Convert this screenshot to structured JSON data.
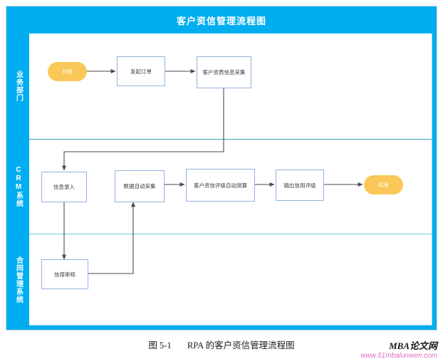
{
  "figure": {
    "title": "客户资信管理流程图",
    "title_bar_color": "#00AEEF",
    "node_border_color": "#93b3e0",
    "terminator_color": "#FAC858",
    "connector_color": "#4a4a4a"
  },
  "lanes": [
    {
      "label": "业务部门"
    },
    {
      "label": "CRM系统"
    },
    {
      "label": "合同管理系统"
    }
  ],
  "nodes": [
    {
      "id": "start",
      "label": "开始",
      "type": "terminator",
      "lane": 0
    },
    {
      "id": "order",
      "label": "发起订单",
      "type": "process",
      "lane": 0
    },
    {
      "id": "collect",
      "label": "客户资质信息采集",
      "type": "process",
      "lane": 0
    },
    {
      "id": "entry",
      "label": "信息录入",
      "type": "process",
      "lane": 1
    },
    {
      "id": "autodata",
      "label": "数据自动采集",
      "type": "process",
      "lane": 1
    },
    {
      "id": "rating",
      "label": "客户资信评级自动测算",
      "type": "process",
      "lane": 1
    },
    {
      "id": "output",
      "label": "输出信用评级",
      "type": "process",
      "lane": 1
    },
    {
      "id": "end",
      "label": "结束",
      "type": "terminator",
      "lane": 1
    },
    {
      "id": "review",
      "label": "信用审核",
      "type": "process",
      "lane": 2
    }
  ],
  "caption": {
    "figure_number": "图 5-1",
    "text": "RPA 的客户资信管理流程图"
  },
  "watermark": {
    "brand": "MBA论文网",
    "url": "www.51mbalunwen.com"
  }
}
